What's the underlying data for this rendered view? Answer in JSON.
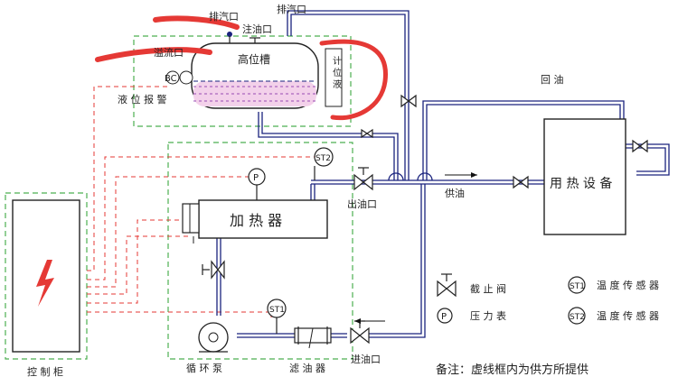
{
  "labels": {
    "exhaust_left": "排汽口",
    "exhaust_right": "排汽口",
    "oil_fill": "注油口",
    "high_tank": "高位槽",
    "level_gauge": "计 位 液",
    "level_alarm": "液 位 报 警",
    "overflow": "溢流口",
    "return_oil": "回 油",
    "heating_equipment": "用 热 设 备",
    "heater": "加 热 器",
    "oil_outlet": "出油口",
    "supply_oil": "供油",
    "circ_pump": "循 环 泵",
    "oil_filter": "滤 油 器",
    "oil_inlet": "进油口",
    "control_cabinet": "控 制 柜",
    "st2_tag": "ST2",
    "st1_tag": "ST1",
    "p_tag": "P",
    "bc_tag": "BC"
  },
  "legend": {
    "valve": "截 止 阀",
    "pressure": "压 力 表",
    "temp1": "温 度 传 感 器",
    "temp2": "温 度 传 感 器",
    "st1": "ST1",
    "st2": "ST2",
    "p": "P"
  },
  "note": "备注：虚线框内为供方所提供"
}
